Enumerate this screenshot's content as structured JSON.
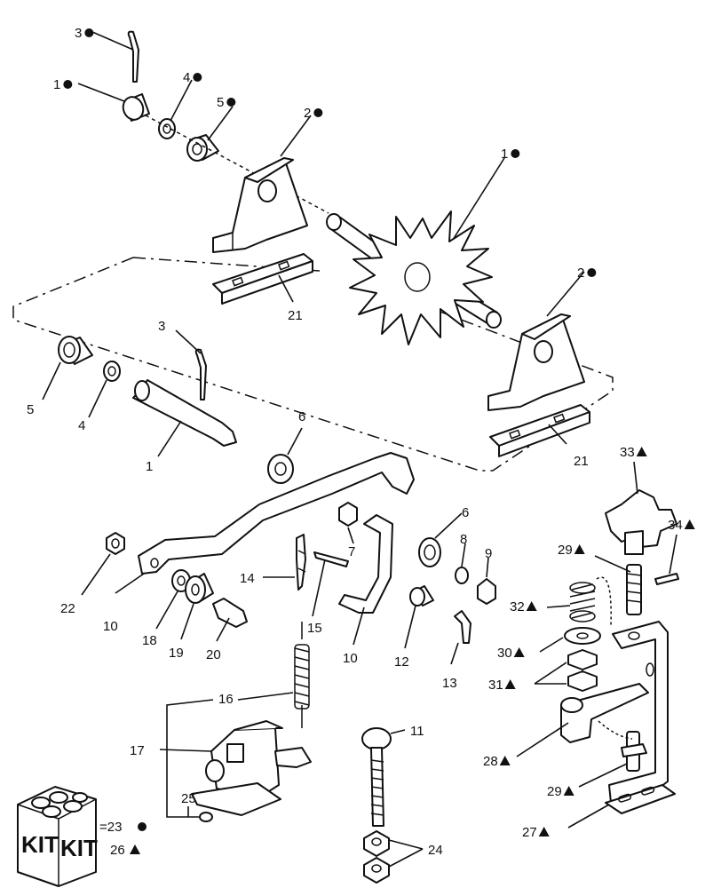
{
  "callouts": [
    {
      "id": "c3a",
      "text": "3",
      "mark": "dot"
    },
    {
      "id": "c1a",
      "text": "1",
      "mark": "dot"
    },
    {
      "id": "c4a",
      "text": "4",
      "mark": "dot"
    },
    {
      "id": "c5a",
      "text": "5",
      "mark": "dot"
    },
    {
      "id": "c2a",
      "text": "2",
      "mark": "dot"
    },
    {
      "id": "c1b",
      "text": "1",
      "mark": "dot"
    },
    {
      "id": "c2b",
      "text": "2",
      "mark": "dot"
    },
    {
      "id": "c21a",
      "text": "21",
      "mark": ""
    },
    {
      "id": "c21b",
      "text": "21",
      "mark": ""
    },
    {
      "id": "c3b",
      "text": "3",
      "mark": ""
    },
    {
      "id": "c5b",
      "text": "5",
      "mark": ""
    },
    {
      "id": "c4b",
      "text": "4",
      "mark": ""
    },
    {
      "id": "c1c",
      "text": "1",
      "mark": ""
    },
    {
      "id": "c6a",
      "text": "6",
      "mark": ""
    },
    {
      "id": "c6b",
      "text": "6",
      "mark": ""
    },
    {
      "id": "c7",
      "text": "7",
      "mark": ""
    },
    {
      "id": "c8",
      "text": "8",
      "mark": ""
    },
    {
      "id": "c9",
      "text": "9",
      "mark": ""
    },
    {
      "id": "c22",
      "text": "22",
      "mark": ""
    },
    {
      "id": "c10a",
      "text": "10",
      "mark": ""
    },
    {
      "id": "c18",
      "text": "18",
      "mark": ""
    },
    {
      "id": "c19",
      "text": "19",
      "mark": ""
    },
    {
      "id": "c20",
      "text": "20",
      "mark": ""
    },
    {
      "id": "c14",
      "text": "14",
      "mark": ""
    },
    {
      "id": "c15",
      "text": "15",
      "mark": ""
    },
    {
      "id": "c10b",
      "text": "10",
      "mark": ""
    },
    {
      "id": "c12",
      "text": "12",
      "mark": ""
    },
    {
      "id": "c13",
      "text": "13",
      "mark": ""
    },
    {
      "id": "c16",
      "text": "16",
      "mark": ""
    },
    {
      "id": "c17",
      "text": "17",
      "mark": ""
    },
    {
      "id": "c25",
      "text": "25",
      "mark": ""
    },
    {
      "id": "c11",
      "text": "11",
      "mark": ""
    },
    {
      "id": "c24",
      "text": "24",
      "mark": ""
    },
    {
      "id": "c33",
      "text": "33",
      "mark": "triangle"
    },
    {
      "id": "c34",
      "text": "34",
      "mark": "triangle"
    },
    {
      "id": "c29a",
      "text": "29",
      "mark": "triangle"
    },
    {
      "id": "c32",
      "text": "32",
      "mark": "triangle"
    },
    {
      "id": "c30",
      "text": "30",
      "mark": "triangle"
    },
    {
      "id": "c31",
      "text": "31",
      "mark": "triangle"
    },
    {
      "id": "c28",
      "text": "28",
      "mark": "triangle"
    },
    {
      "id": "c29b",
      "text": "29",
      "mark": "triangle"
    },
    {
      "id": "c27",
      "text": "27",
      "mark": "triangle"
    }
  ],
  "kit_legend": {
    "box_label_1": "KIT",
    "box_label_2": "KIT",
    "line1": "=23",
    "line1_mark": "dot",
    "line2": "26",
    "line2_mark": "triangle"
  }
}
